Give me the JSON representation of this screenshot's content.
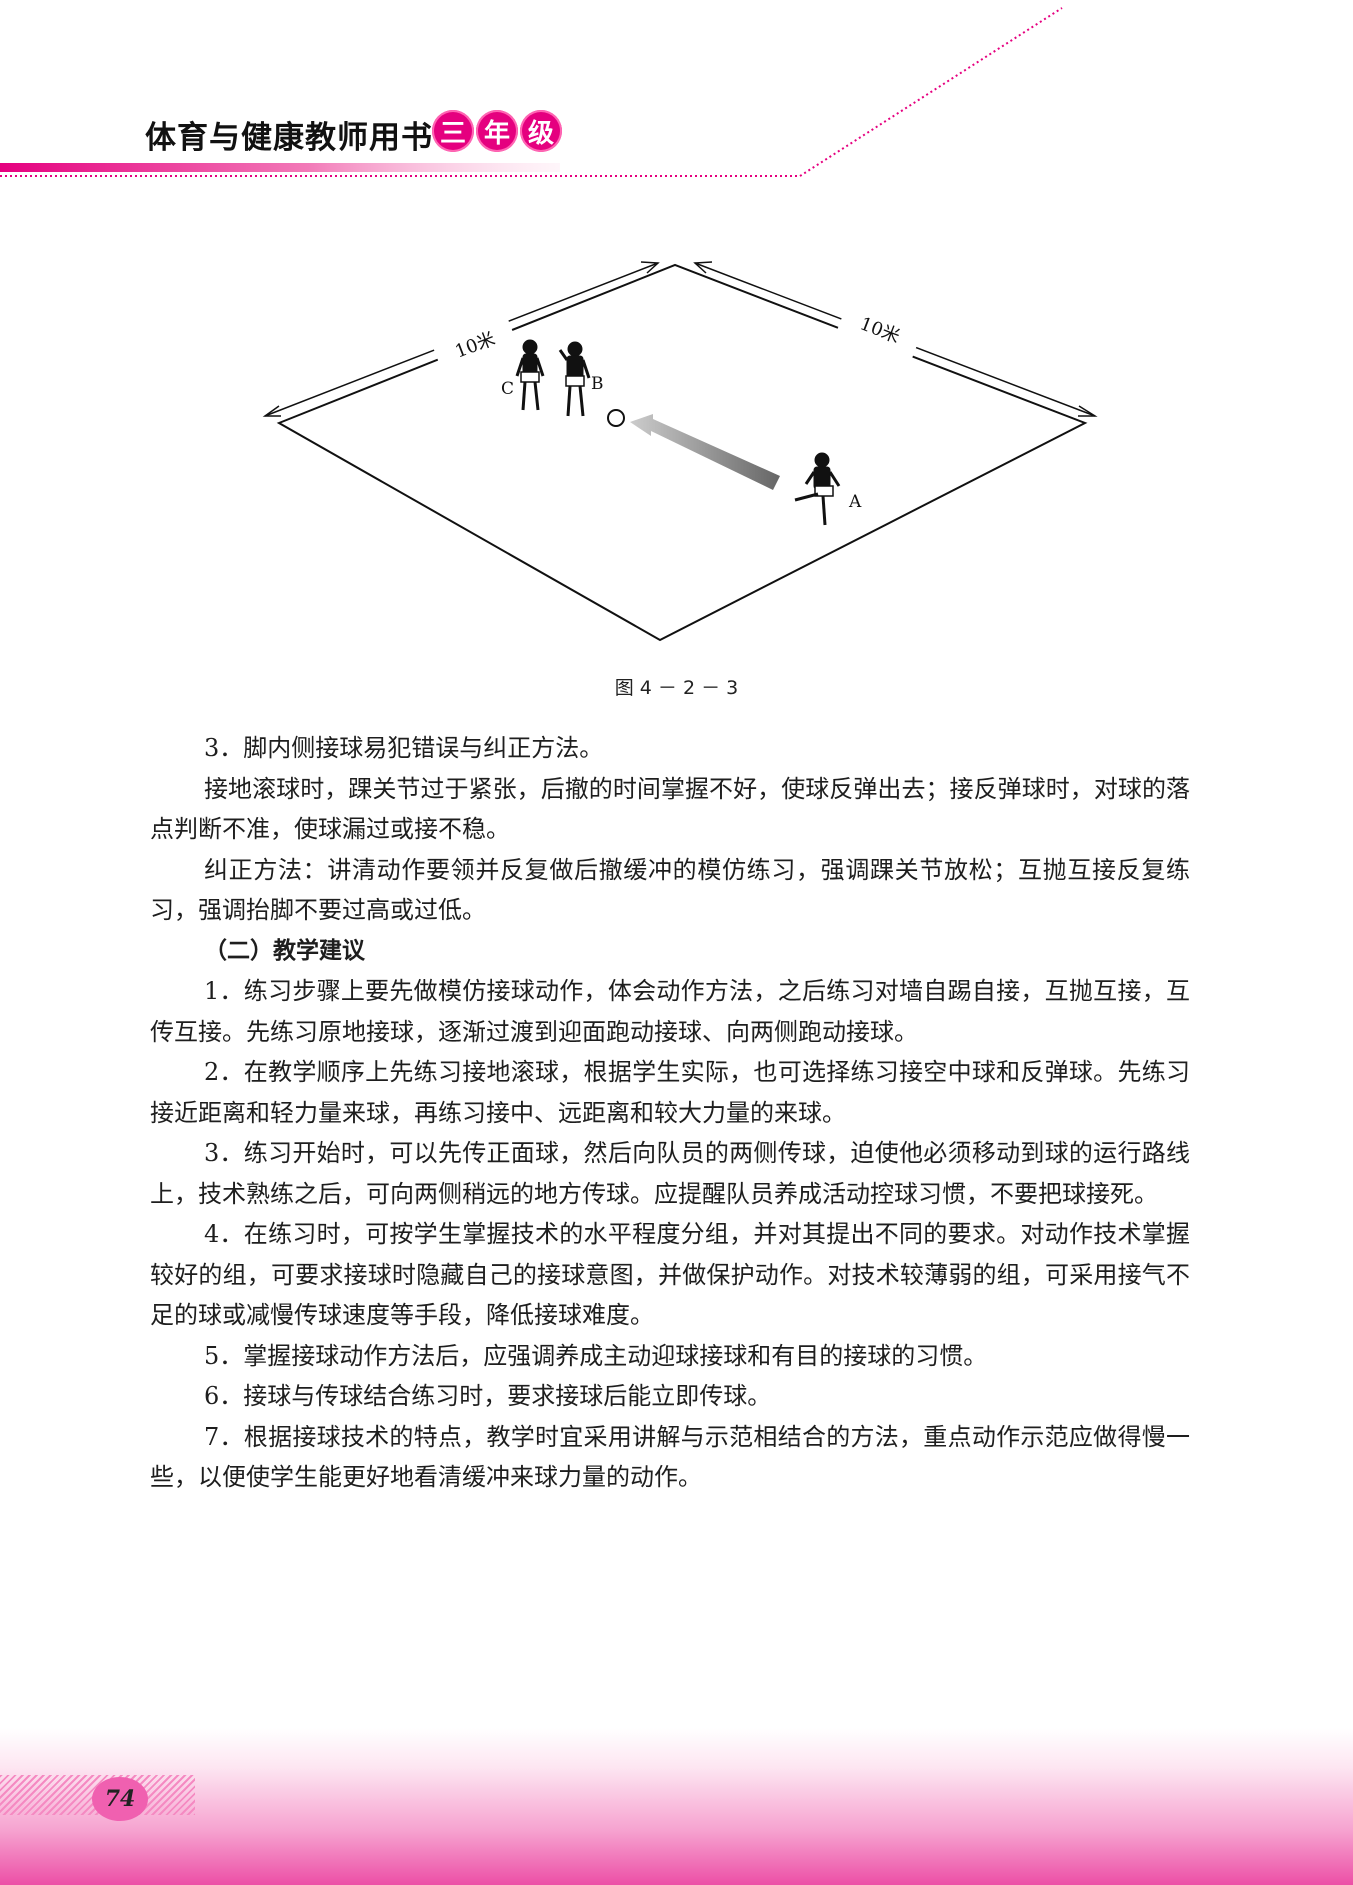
{
  "header": {
    "book_title": "体育与健康教师用书",
    "grade": [
      "三",
      "年",
      "级"
    ]
  },
  "figure": {
    "caption": "图 4 － 2 － 3",
    "dimension_left": "10米",
    "dimension_right": "10米",
    "player_labels": {
      "a": "A",
      "b": "B",
      "c": "C"
    }
  },
  "paragraphs": [
    "3．脚内侧接球易犯错误与纠正方法。",
    "接地滚球时，踝关节过于紧张，后撤的时间掌握不好，使球反弹出去；接反弹球时，对球的落点判断不准，使球漏过或接不稳。",
    "纠正方法：讲清动作要领并反复做后撤缓冲的模仿练习，强调踝关节放松；互抛互接反复练习，强调抬脚不要过高或过低。",
    "（二）教学建议",
    "1．练习步骤上要先做模仿接球动作，体会动作方法，之后练习对墙自踢自接，互抛互接，互传互接。先练习原地接球，逐渐过渡到迎面跑动接球、向两侧跑动接球。",
    "2．在教学顺序上先练习接地滚球，根据学生实际，也可选择练习接空中球和反弹球。先练习接近距离和轻力量来球，再练习接中、远距离和较大力量的来球。",
    "3．练习开始时，可以先传正面球，然后向队员的两侧传球，迫使他必须移动到球的运行路线上，技术熟练之后，可向两侧稍远的地方传球。应提醒队员养成活动控球习惯，不要把球接死。",
    "4．在练习时，可按学生掌握技术的水平程度分组，并对其提出不同的要求。对动作技术掌握较好的组，可要求接球时隐藏自己的接球意图，并做保护动作。对技术较薄弱的组，可采用接气不足的球或减慢传球速度等手段，降低接球难度。",
    "5．掌握接球动作方法后，应强调养成主动迎球接球和有目的接球的习惯。",
    "6．接球与传球结合练习时，要求接球后能立即传球。",
    "7．根据接球技术的特点，教学时宜采用讲解与示范相结合的方法，重点动作示范应做得慢一些，以便使学生能更好地看清缓冲来球力量的动作。"
  ],
  "footer": {
    "page_number": "74"
  },
  "colors": {
    "accent": "#e5007f",
    "footer_pink": "#ec4fa6"
  }
}
